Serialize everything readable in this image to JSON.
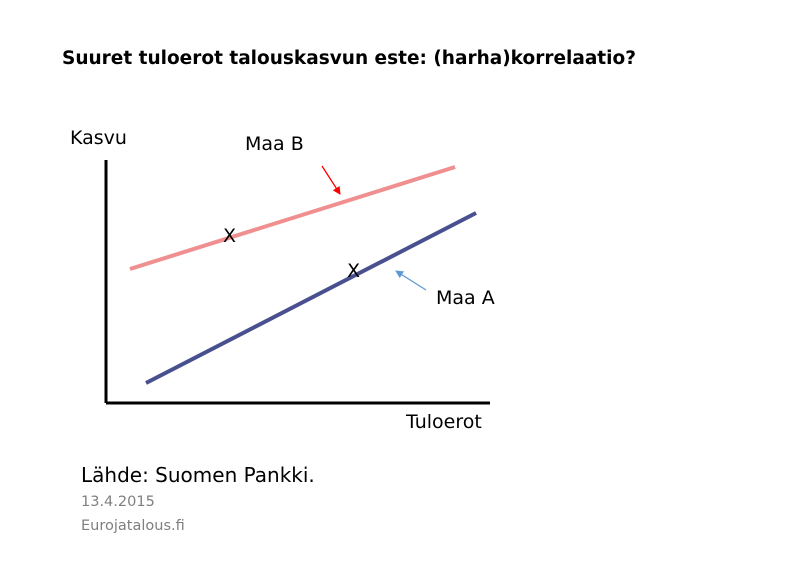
{
  "title": "Suuret tuloerot talouskasvun este: (harha)korrelaatio?",
  "diagram": {
    "y_axis_label": "Kasvu",
    "x_axis_label": "Tuloerot",
    "line_b_label": "Maa B",
    "line_a_label": "Maa A",
    "marker": "X",
    "colors": {
      "line_b": "#f08f8f",
      "line_a": "#49508f",
      "arrow_b": "#ff0000",
      "arrow_a": "#5b9bd5",
      "axes": "#000000"
    }
  },
  "footer": {
    "source": "Lähde: Suomen Pankki.",
    "date": "13.4.2015",
    "site": "Eurojatalous.fi"
  }
}
